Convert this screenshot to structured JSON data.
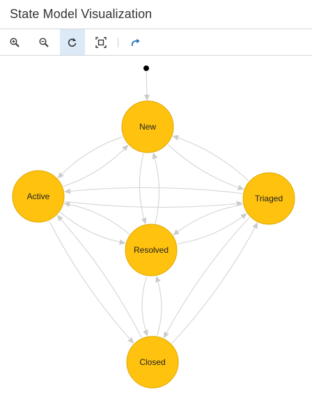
{
  "header": {
    "title": "State Model Visualization"
  },
  "toolbar": {
    "buttons": [
      {
        "name": "zoom-in",
        "icon": "zoom-in-icon"
      },
      {
        "name": "zoom-out",
        "icon": "zoom-out-icon"
      },
      {
        "name": "refresh",
        "icon": "refresh-icon",
        "active": true
      },
      {
        "name": "fit",
        "icon": "fit-to-screen-icon"
      },
      {
        "name": "redo",
        "icon": "redo-arrow-icon"
      }
    ]
  },
  "graph": {
    "nodes": [
      {
        "id": "new",
        "label": "New"
      },
      {
        "id": "active",
        "label": "Active"
      },
      {
        "id": "triaged",
        "label": "Triaged"
      },
      {
        "id": "resolved",
        "label": "Resolved"
      },
      {
        "id": "closed",
        "label": "Closed"
      }
    ],
    "edges": [
      [
        "start",
        "new"
      ],
      [
        "new",
        "active"
      ],
      [
        "active",
        "new"
      ],
      [
        "new",
        "triaged"
      ],
      [
        "triaged",
        "new"
      ],
      [
        "new",
        "resolved"
      ],
      [
        "resolved",
        "new"
      ],
      [
        "active",
        "triaged"
      ],
      [
        "triaged",
        "active"
      ],
      [
        "active",
        "resolved"
      ],
      [
        "resolved",
        "active"
      ],
      [
        "triaged",
        "resolved"
      ],
      [
        "resolved",
        "triaged"
      ],
      [
        "resolved",
        "closed"
      ],
      [
        "closed",
        "resolved"
      ],
      [
        "active",
        "closed"
      ],
      [
        "closed",
        "active"
      ],
      [
        "triaged",
        "closed"
      ],
      [
        "closed",
        "triaged"
      ]
    ],
    "colors": {
      "node_fill": "#FFC20E",
      "node_stroke": "#E0A800",
      "edge": "#d7d7d7",
      "arrow": "#cccccc",
      "start": "#000000"
    }
  }
}
